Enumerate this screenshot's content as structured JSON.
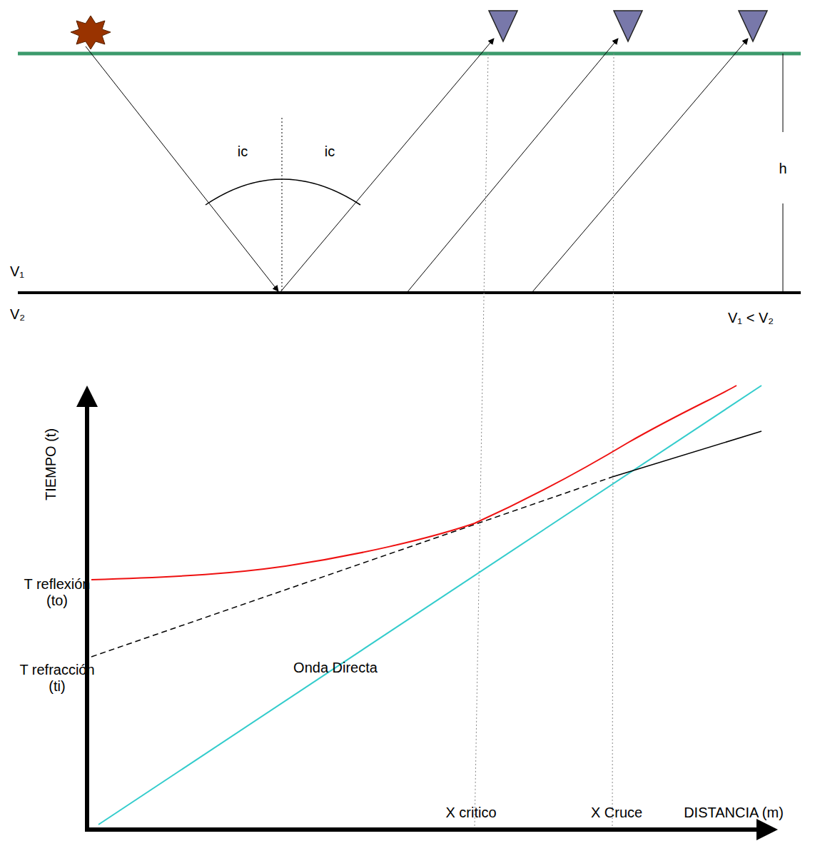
{
  "diagram": {
    "labels": [
      "ic",
      "ic",
      "h",
      "V₁",
      "V₂",
      "V₁ < V₂",
      "TIEMPO  (t)",
      "T reflexión (to)",
      "T refracción (ti)",
      "Onda Directa",
      "X critico",
      "X Cruce",
      "DISTANCIA (m)"
    ]
  }
}
